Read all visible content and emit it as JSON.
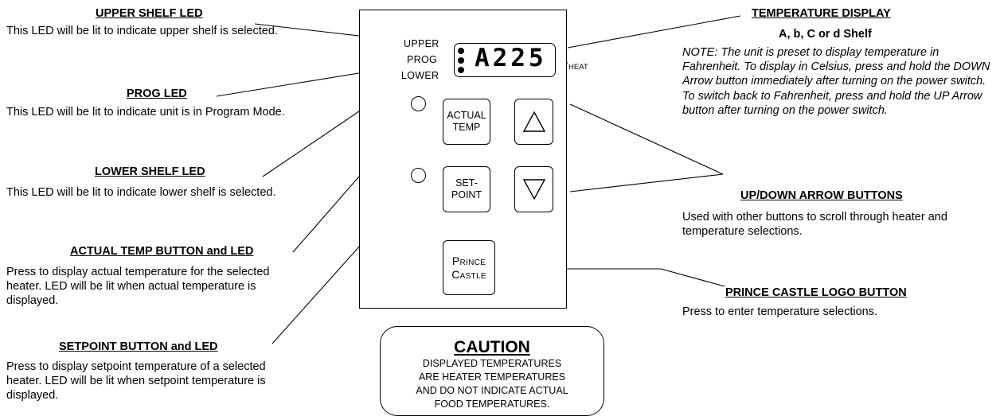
{
  "panel": {
    "led_labels": {
      "upper": "UPPER",
      "prog": "PROG",
      "lower": "LOWER"
    },
    "display_text": "A225",
    "heat_label": "HEAT",
    "actual_temp_button": "ACTUAL\nTEMP",
    "setpoint_button": "SET-\nPOINT",
    "logo_button": "Prince\nCastle"
  },
  "caution": {
    "title": "CAUTION",
    "lines": [
      "DISPLAYED TEMPERATURES",
      "ARE HEATER TEMPERATURES",
      "AND DO NOT INDICATE ACTUAL",
      "FOOD TEMPERATURES."
    ]
  },
  "callouts": {
    "upper_shelf_led": {
      "title": "UPPER SHELF LED",
      "text": "This LED will be lit to indicate upper shelf is selected."
    },
    "prog_led": {
      "title": "PROG LED",
      "text": "This LED will be lit to indicate unit is in Program Mode."
    },
    "lower_shelf_led": {
      "title": "LOWER SHELF LED",
      "text": "This LED will be lit to indicate lower shelf is selected."
    },
    "actual_temp": {
      "title": "ACTUAL TEMP BUTTON and LED",
      "text": "Press to display actual temperature for the selected heater. LED will be lit when actual temperature is displayed."
    },
    "setpoint": {
      "title": "SETPOINT BUTTON and LED",
      "text": "Press to display setpoint temperature of a selected heater. LED will be lit when setpoint temperature is displayed."
    },
    "temperature_display": {
      "title": "TEMPERATURE DISPLAY",
      "subtitle": "A, b, C or d Shelf",
      "note": "NOTE: The unit is preset to display temperature in Fahrenheit. To display in Celsius, press and hold the DOWN Arrow button immediately after turning on the power switch. To switch back to Fahrenheit, press and hold the UP Arrow button after turning on the power switch."
    },
    "arrow_buttons": {
      "title": "UP/DOWN ARROW BUTTONS",
      "text": "Used with other buttons to scroll through heater and temperature selections."
    },
    "logo_button": {
      "title": "PRINCE CASTLE LOGO BUTTON",
      "text": "Press to enter temperature selections."
    }
  }
}
